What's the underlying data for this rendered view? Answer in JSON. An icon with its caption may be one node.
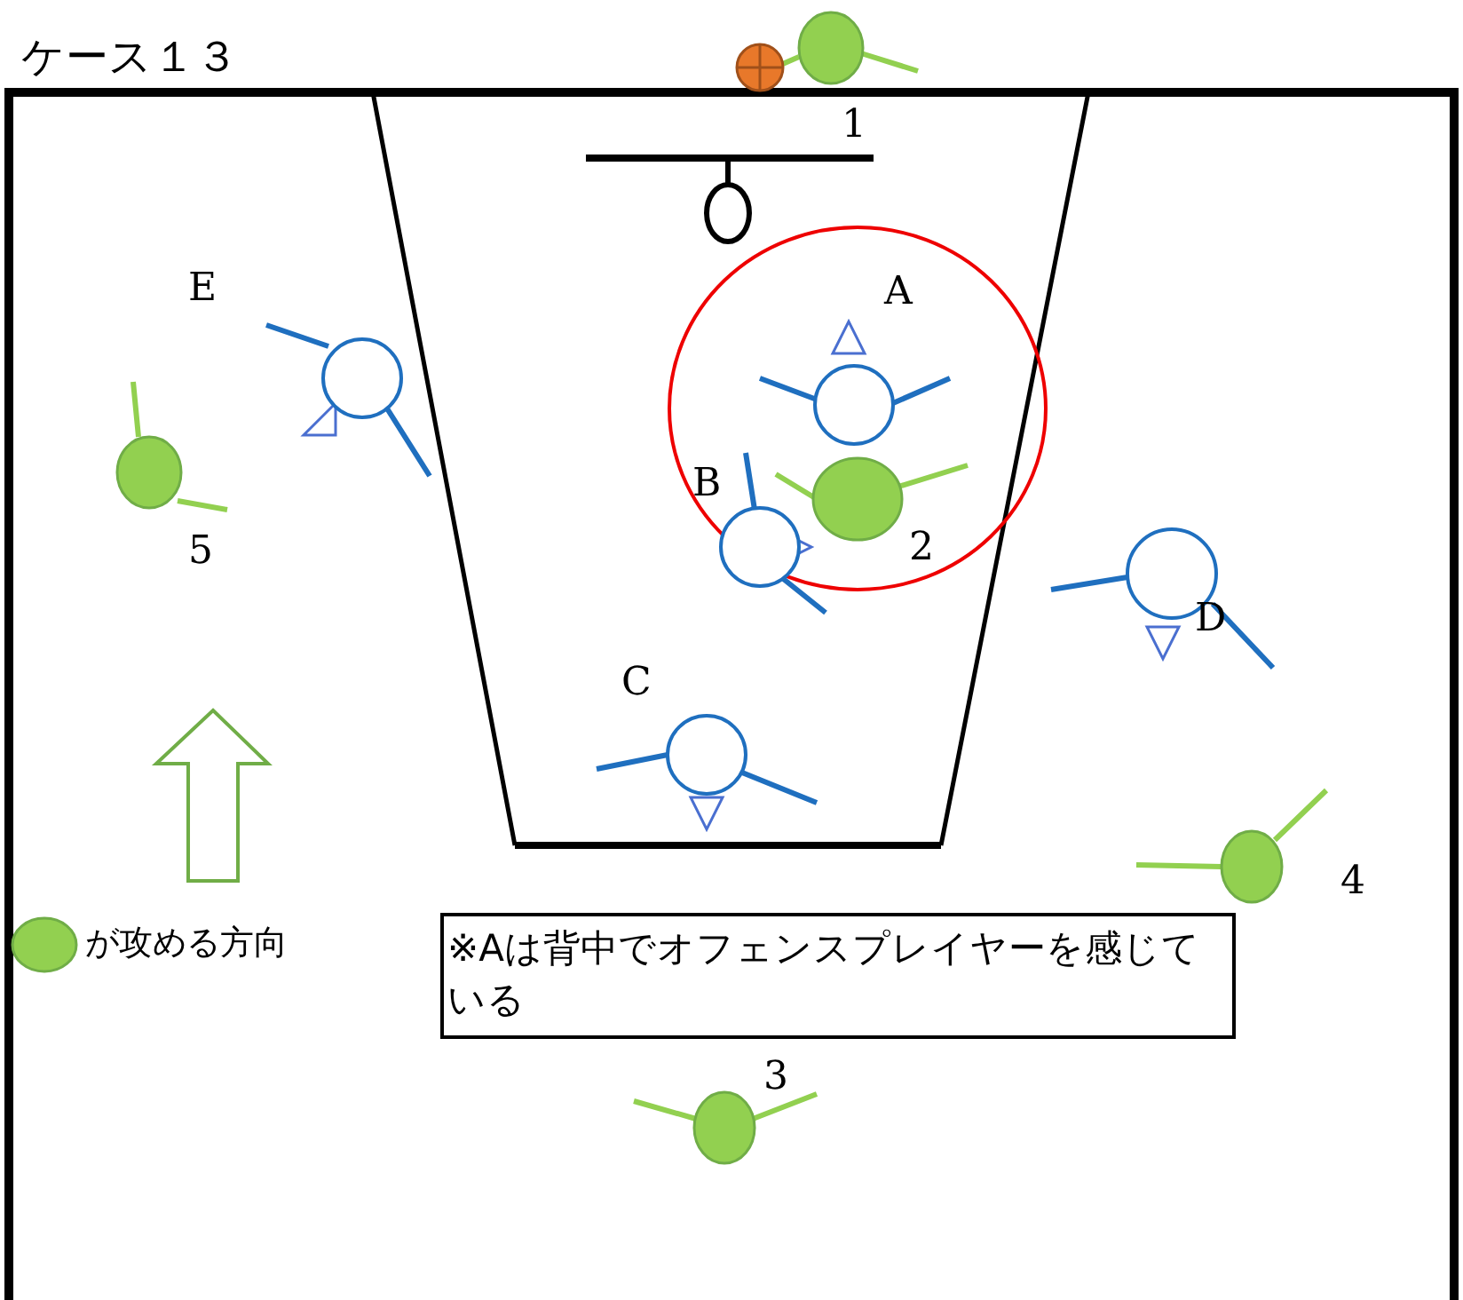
{
  "diagram": {
    "title": "ケース１３",
    "nodes": [
      {
        "text": [
          "※Aは背中でオフェンスプレイヤーを感じている"
        ]
      }
    ],
    "edges": [],
    "labels": [
      "1",
      "A",
      "E",
      "B",
      "2",
      "5",
      "D",
      "C",
      "4",
      "3"
    ],
    "legend": [
      {
        "text": "が攻める方向",
        "color": "#92d050"
      }
    ]
  }
}
